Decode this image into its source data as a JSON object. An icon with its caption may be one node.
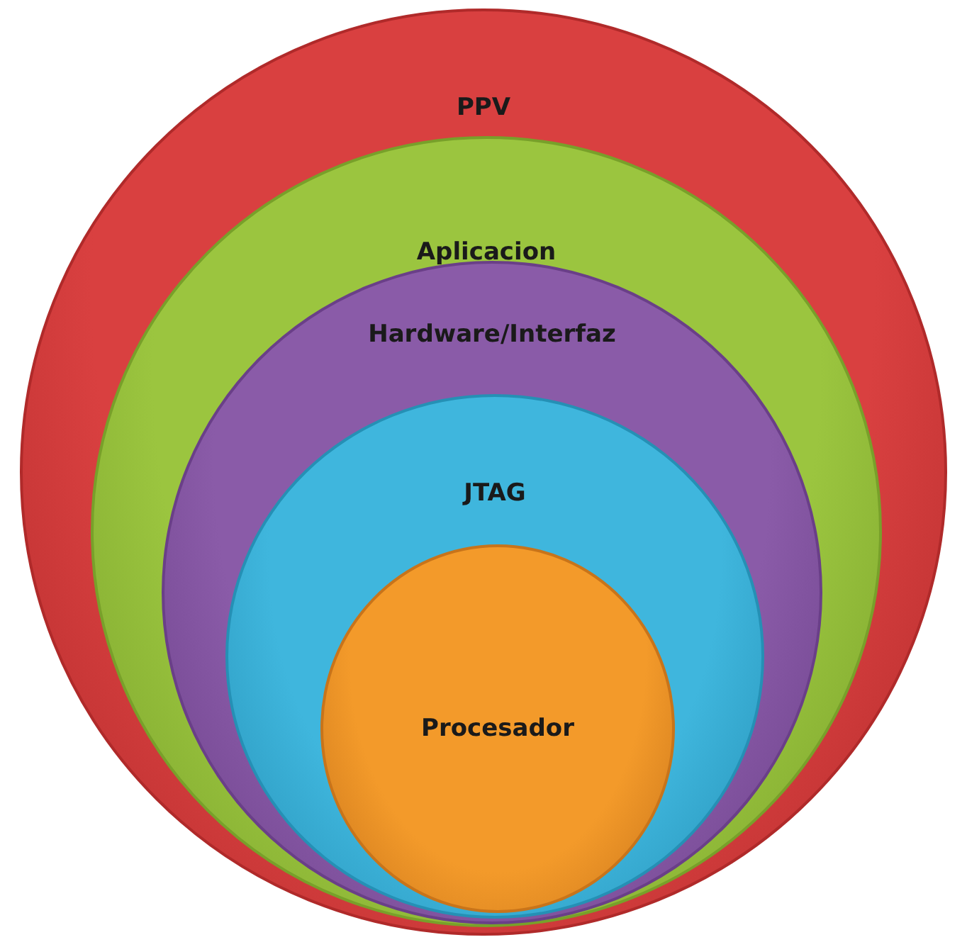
{
  "diagram": {
    "nodes": [
      {
        "text": [
          "PPV"
        ]
      },
      {
        "text": [
          "Aplicacion"
        ],
        "in": 0
      },
      {
        "text": [
          "Hardware/Interfaz"
        ],
        "in": 1
      },
      {
        "text": [
          "JTAG"
        ],
        "in": 2
      },
      {
        "text": [
          "Procesador"
        ],
        "in": 3
      }
    ]
  }
}
